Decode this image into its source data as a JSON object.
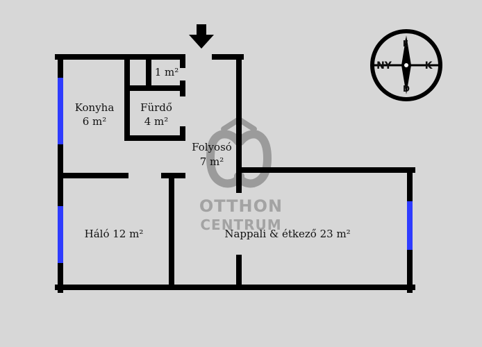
{
  "rooms": {
    "konyha": {
      "name": "Konyha",
      "area": "6 m²"
    },
    "furdo": {
      "name": "Fürdő",
      "area": "4 m²"
    },
    "wc": {
      "area": "1 m²"
    },
    "folyoso": {
      "name": "Folyosó",
      "area": "7 m²"
    },
    "halo": {
      "label": "Háló 12 m²"
    },
    "nappali": {
      "label": "Nappali & étkező 23 m²"
    }
  },
  "compass": {
    "north": "É",
    "south": "D",
    "west": "NY",
    "east": "K"
  },
  "watermark": {
    "line1": "OTTHON",
    "line2": "CENTRUM"
  },
  "colors": {
    "background": "#d7d7d7",
    "wall": "#000000",
    "window": "#2f3cff",
    "watermark": "#9b9b9b"
  },
  "icons": {
    "entrance": "entrance-arrow-icon",
    "compass": "compass-icon",
    "watermark": "otthon-centrum-logo"
  }
}
